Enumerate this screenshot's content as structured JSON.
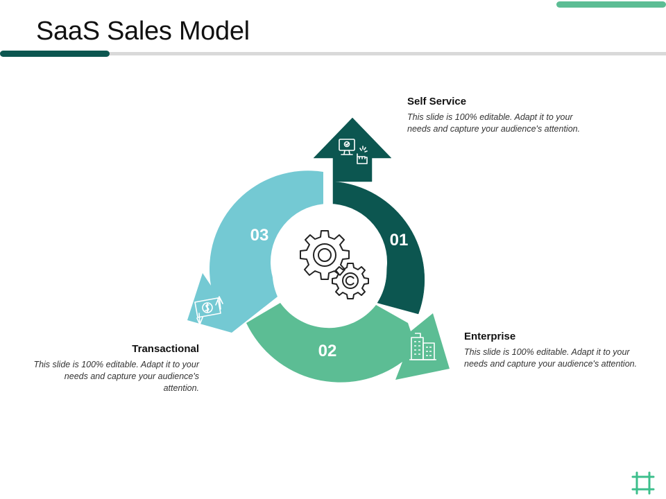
{
  "slide": {
    "title": "SaaS Sales Model"
  },
  "stages": [
    {
      "number": "01",
      "title": "Self Service",
      "text": "This slide is 100% editable. Adapt it to your needs and capture your audience's attention.",
      "color": "#0c5650",
      "icon": "computer-click-icon"
    },
    {
      "number": "02",
      "title": "Enterprise",
      "text": "This slide is 100% editable. Adapt it to your needs and capture your audience's attention.",
      "color": "#5cbd94",
      "icon": "office-building-icon"
    },
    {
      "number": "03",
      "title": "Transactional",
      "text": "This slide is 100% editable. Adapt it to your needs and capture your audience's attention.",
      "color": "#74c9d3",
      "icon": "money-transfer-icon"
    }
  ],
  "center": {
    "icon": "gears-icon"
  },
  "colors": {
    "dark_teal": "#0c5650",
    "green": "#5cbd94",
    "light_blue": "#74c9d3",
    "rule_gray": "#d9d9d9"
  }
}
